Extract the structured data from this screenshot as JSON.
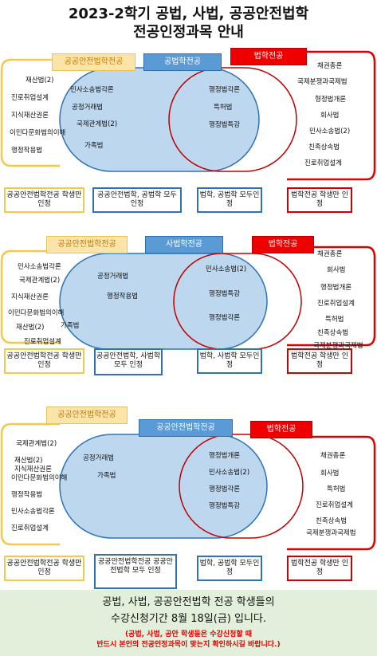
{
  "title": {
    "line1": "2023-2학기 공법, 사법, 공공안전법학",
    "line2": "전공인정과목 안내"
  },
  "colors": {
    "yellow": "#f2c94c",
    "blue": "#2e74b5",
    "red": "#d00000",
    "footer_bg": "#e2efda"
  },
  "s1": {
    "hdr_yellow": "공공안전법학전공",
    "hdr_blue": "공법학전공",
    "hdr_red": "법학전공",
    "yellow": [
      "재산법(2)",
      "진로취업설계",
      "지식재산권론",
      "이민다문화법의이해",
      "행정작용법"
    ],
    "blue": [
      "민사소송법각론",
      "공정거래법",
      "국제관계법(2)",
      "가족법"
    ],
    "overlap": [
      "행정법각론",
      "특허법",
      "행정법특강"
    ],
    "red": [
      "채권총론",
      "국제분쟁과국제법",
      "형정법개론",
      "회사법",
      "민사소송법(2)",
      "친족상속법",
      "진로취업설계"
    ],
    "box_yellow": "공공안전법학전공 학생만 인정",
    "box_blue": "공공안전법학, 공법학 모두 인정",
    "box_mid": "법학, 공법학 모두인정",
    "box_red": "법학전공 학생만 인정"
  },
  "s2": {
    "hdr_yellow": "공공안전법학전공",
    "hdr_blue": "사법학전공",
    "hdr_red": "법학전공",
    "yellow": [
      "민사소송법각론",
      "국제관계법(2)",
      "지식재산권론",
      "이민다문화법의이해",
      "재산법(2)",
      "가족법",
      "진로취업설계"
    ],
    "blue": [
      "공정거래법",
      "행정작용법"
    ],
    "overlap": [
      "민사소송법(2)",
      "행정법특강",
      "행정법각론"
    ],
    "red": [
      "채권총론",
      "회사법",
      "행정법개론",
      "진로취업설계",
      "특허법",
      "친족상속법",
      "국제분쟁과국제법"
    ],
    "box_yellow": "공공안전법학전공 학생만 인정",
    "box_blue": "공공안전법학, 사법학 모두 인정",
    "box_mid": "법학, 사법학 모두인정",
    "box_red": "법학전공 학생만 인정"
  },
  "s3": {
    "hdr_yellow": "공공안전법학전공",
    "hdr_blue": "공공안전법학전공",
    "hdr_red": "법학전공",
    "yellow": [
      "국제관계법(2)",
      "재산법(2)",
      "지식재산권론",
      "이민다문화법의이해",
      "행정작용법",
      "민사소송법각론",
      "진로취업설계"
    ],
    "blue": [
      "공정거래법",
      "가족법"
    ],
    "overlap": [
      "행정법개론",
      "민사소송법(2)",
      "행정법각론",
      "행정법특강"
    ],
    "red": [
      "채권총론",
      "회사법",
      "특허법",
      "진로취업설계",
      "친족상속법",
      "국제분쟁과국제법"
    ],
    "box_yellow": "공공안전법학전공 학생만 인정",
    "box_blue": "공공안전법학전공 공공안전법학 모두 인정",
    "box_mid": "법학, 공법학 모두인정",
    "box_red": "법학전공 학생만 인정"
  },
  "footer": {
    "line1": "공법, 사법, 공공안전법학 전공 학생들의",
    "line2": "수강신청기간 8월 18일(금) 입니다.",
    "line3": "(공법, 사법, 공안 학생들은 수강신청할 때",
    "line4": "반드시 본인의 전공인정과목이 맞는지 확인하시길 바랍니다.)"
  }
}
